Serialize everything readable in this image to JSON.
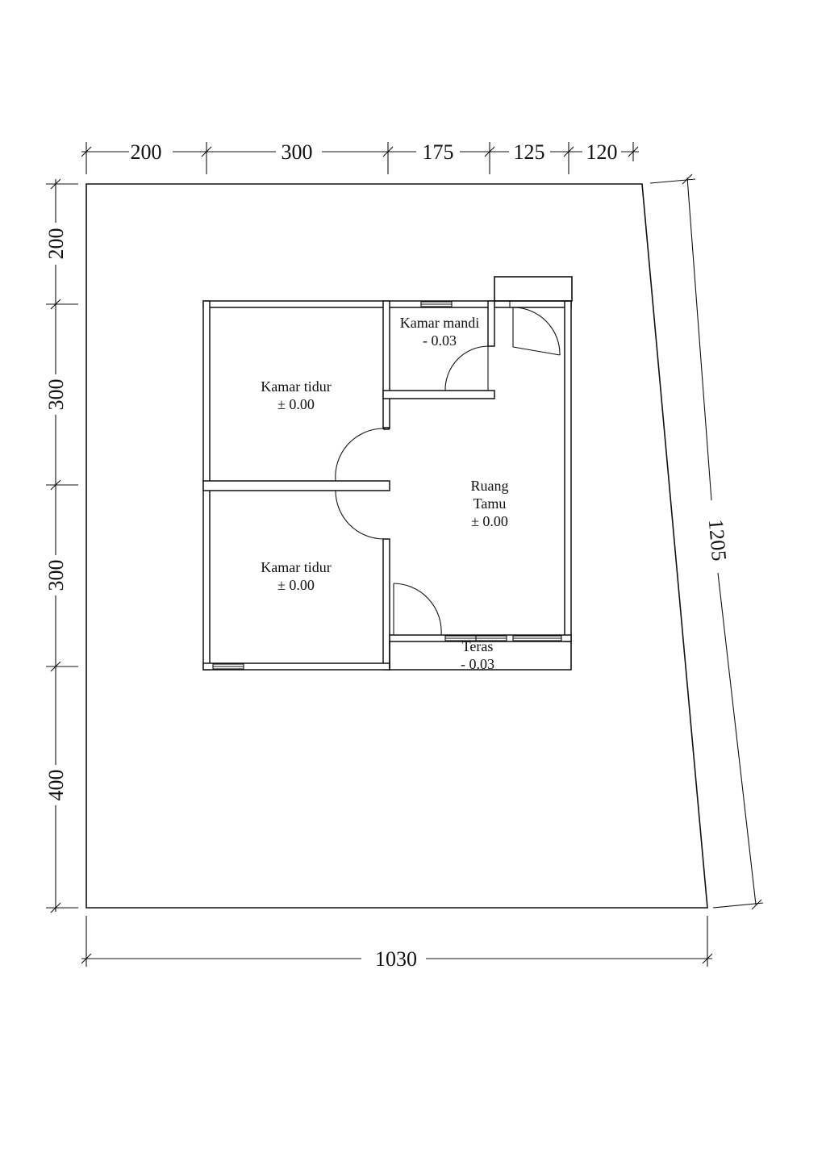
{
  "top_dimensions": [
    "200",
    "300",
    "175",
    "125",
    "120"
  ],
  "left_dimensions": [
    "200",
    "300",
    "300",
    "400"
  ],
  "bottom_dimension": "1030",
  "right_dimension": "1205",
  "rooms": [
    {
      "name": "Kamar mandi",
      "level": "- 0.03"
    },
    {
      "name": "Kamar tidur",
      "level": "± 0.00"
    },
    {
      "name": "Ruang",
      "name2": "Tamu",
      "level": "± 0.00"
    },
    {
      "name": "Kamar tidur",
      "level": "± 0.00"
    },
    {
      "name": "Teras",
      "level": "- 0.03"
    }
  ]
}
